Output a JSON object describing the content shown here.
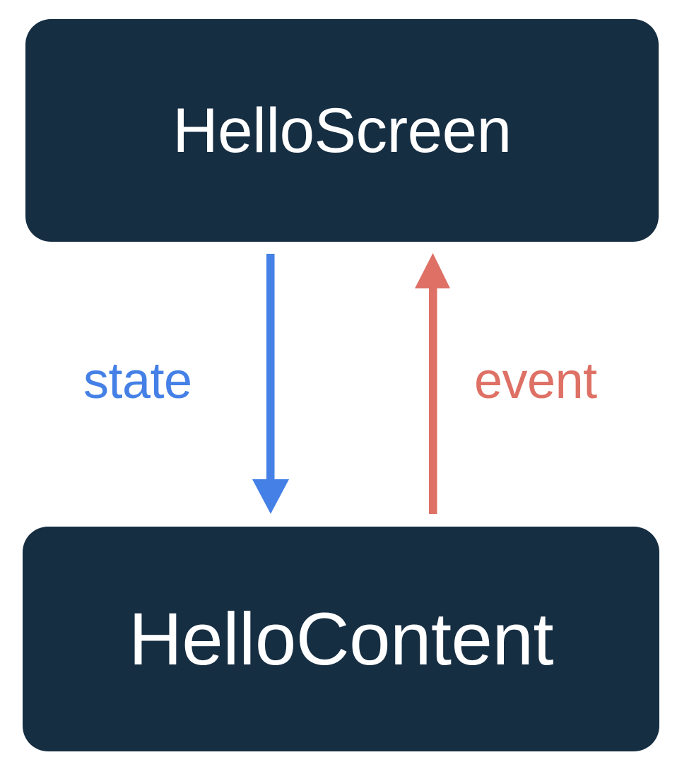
{
  "diagram": {
    "title": "HelloScreen / HelloContent unidirectional data flow",
    "background_color": "#ffffff",
    "nodes": [
      {
        "id": "hello-screen",
        "label": "HelloScreen",
        "fill_color": "#162E42",
        "text_color": "#ffffff"
      },
      {
        "id": "hello-content",
        "label": "HelloContent",
        "fill_color": "#162E42",
        "text_color": "#ffffff"
      }
    ],
    "edges": [
      {
        "id": "state",
        "label": "state",
        "color": "#4480E6",
        "from": "HelloScreen",
        "to": "HelloContent",
        "direction": "down"
      },
      {
        "id": "event",
        "label": "event",
        "color": "#DE7065",
        "from": "HelloContent",
        "to": "HelloScreen",
        "direction": "up"
      }
    ]
  }
}
